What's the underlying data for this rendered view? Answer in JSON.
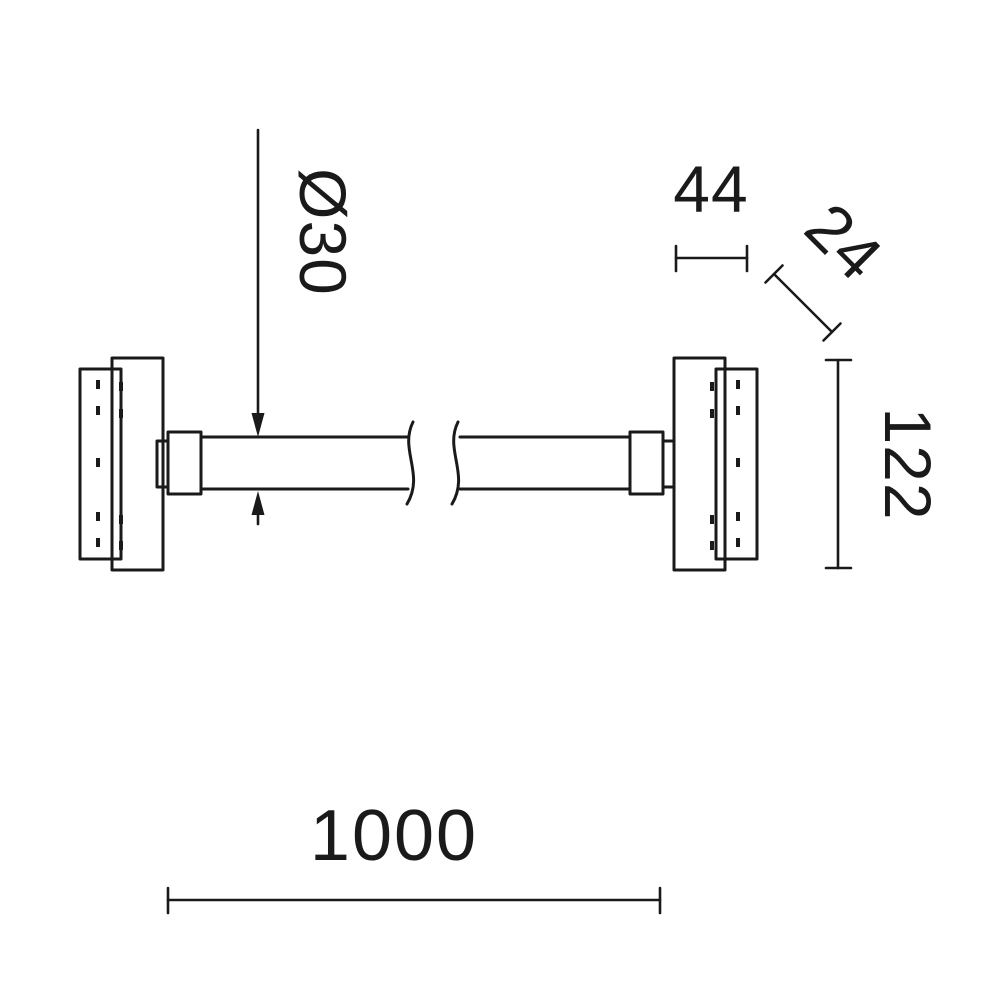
{
  "drawing": {
    "background": "#ffffff",
    "line_color": "#1a1a1a",
    "dimensions": {
      "diameter": "Ø30",
      "bracket_width": "44",
      "bracket_depth": "24",
      "bracket_height": "122",
      "overall_length": "1000"
    }
  }
}
